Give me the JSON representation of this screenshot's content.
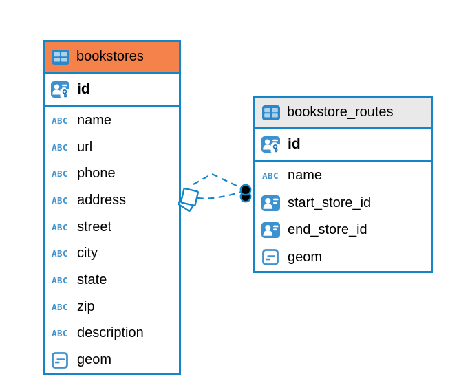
{
  "colors": {
    "accent_blue": "#1486C8",
    "icon_blue": "#3C92D1",
    "bookstores_header_bg": "#F5814B",
    "routes_header_bg": "#E9E9E9",
    "connector": "#1486C8",
    "text": "#000000"
  },
  "icons": {
    "table": "table-grid-icon",
    "primary_key": "person-key-icon",
    "reference": "person-card-icon",
    "text_type": "abc-icon",
    "geometry_type": "geometry-line-icon",
    "abc_label": "ABC"
  },
  "tables": [
    {
      "name": "bookstores",
      "primary_key": "id",
      "columns": [
        {
          "name": "name",
          "type": "text"
        },
        {
          "name": "url",
          "type": "text"
        },
        {
          "name": "phone",
          "type": "text"
        },
        {
          "name": "address",
          "type": "text"
        },
        {
          "name": "street",
          "type": "text"
        },
        {
          "name": "city",
          "type": "text"
        },
        {
          "name": "state",
          "type": "text"
        },
        {
          "name": "zip",
          "type": "text"
        },
        {
          "name": "description",
          "type": "text"
        },
        {
          "name": "geom",
          "type": "geometry"
        }
      ]
    },
    {
      "name": "bookstore_routes",
      "primary_key": "id",
      "columns": [
        {
          "name": "name",
          "type": "text"
        },
        {
          "name": "start_store_id",
          "type": "reference"
        },
        {
          "name": "end_store_id",
          "type": "reference"
        },
        {
          "name": "geom",
          "type": "geometry"
        }
      ]
    }
  ],
  "relationships": [
    {
      "from": "bookstores",
      "to": "bookstore_routes",
      "style": "dashed"
    },
    {
      "from": "bookstores",
      "to": "bookstore_routes",
      "style": "dashed"
    }
  ]
}
